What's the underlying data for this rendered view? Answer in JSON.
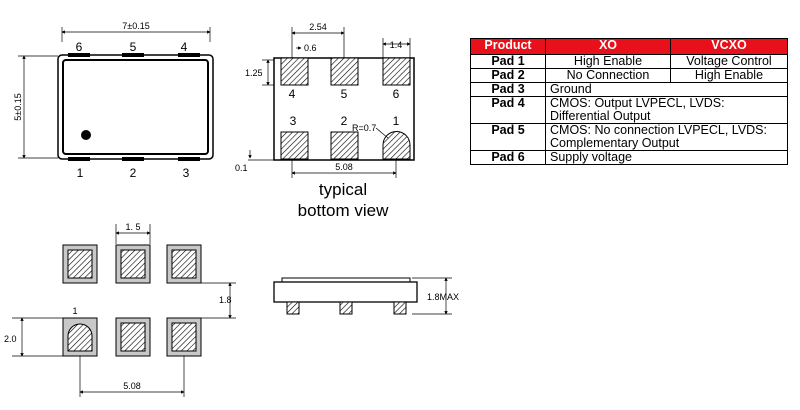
{
  "top_view": {
    "width_dim": "7±0.15",
    "height_dim": "5±0.15",
    "pin_labels_top": [
      "6",
      "5",
      "4"
    ],
    "pin_labels_bottom": [
      "1",
      "2",
      "3"
    ]
  },
  "bottom_view": {
    "pitch_dim": "2.54",
    "pad_gap_dim": "0.6",
    "pad_width_dim": "1.4",
    "pad_height_dim": "1.25",
    "radius_label": "R=0.7",
    "offset_dim": "0.1",
    "span_dim": "5.08",
    "pin_labels_top": [
      "4",
      "5",
      "6"
    ],
    "pin_labels_bottom": [
      "3",
      "2",
      "1"
    ],
    "caption_line1": "typical",
    "caption_line2": "bottom view"
  },
  "land_pattern": {
    "pad_width_dim": "1. 5",
    "pad_spacing_dim": "1.8",
    "pad_height_dim": "2.0",
    "span_dim": "5.08",
    "pin1_label": "1"
  },
  "side_view": {
    "height_dim": "1.8MAX"
  },
  "pad_table": {
    "headers": [
      "Product",
      "XO",
      "VCXO"
    ],
    "rows": [
      {
        "pad": "Pad 1",
        "xo": "High Enable",
        "vcxo": "Voltage Control"
      },
      {
        "pad": "Pad 2",
        "xo": "No Connection",
        "vcxo": "High Enable"
      },
      {
        "pad": "Pad 3",
        "both": "Ground"
      },
      {
        "pad": "Pad 4",
        "both": "CMOS: Output LVPECL, LVDS: Differential Output"
      },
      {
        "pad": "Pad 5",
        "both": "CMOS: No connection LVPECL, LVDS: Complementary Output"
      },
      {
        "pad": "Pad 6",
        "both": "Supply voltage"
      }
    ]
  },
  "colors": {
    "header_bg": "#e8101a",
    "header_text": "#ffffff",
    "line": "#000000"
  }
}
